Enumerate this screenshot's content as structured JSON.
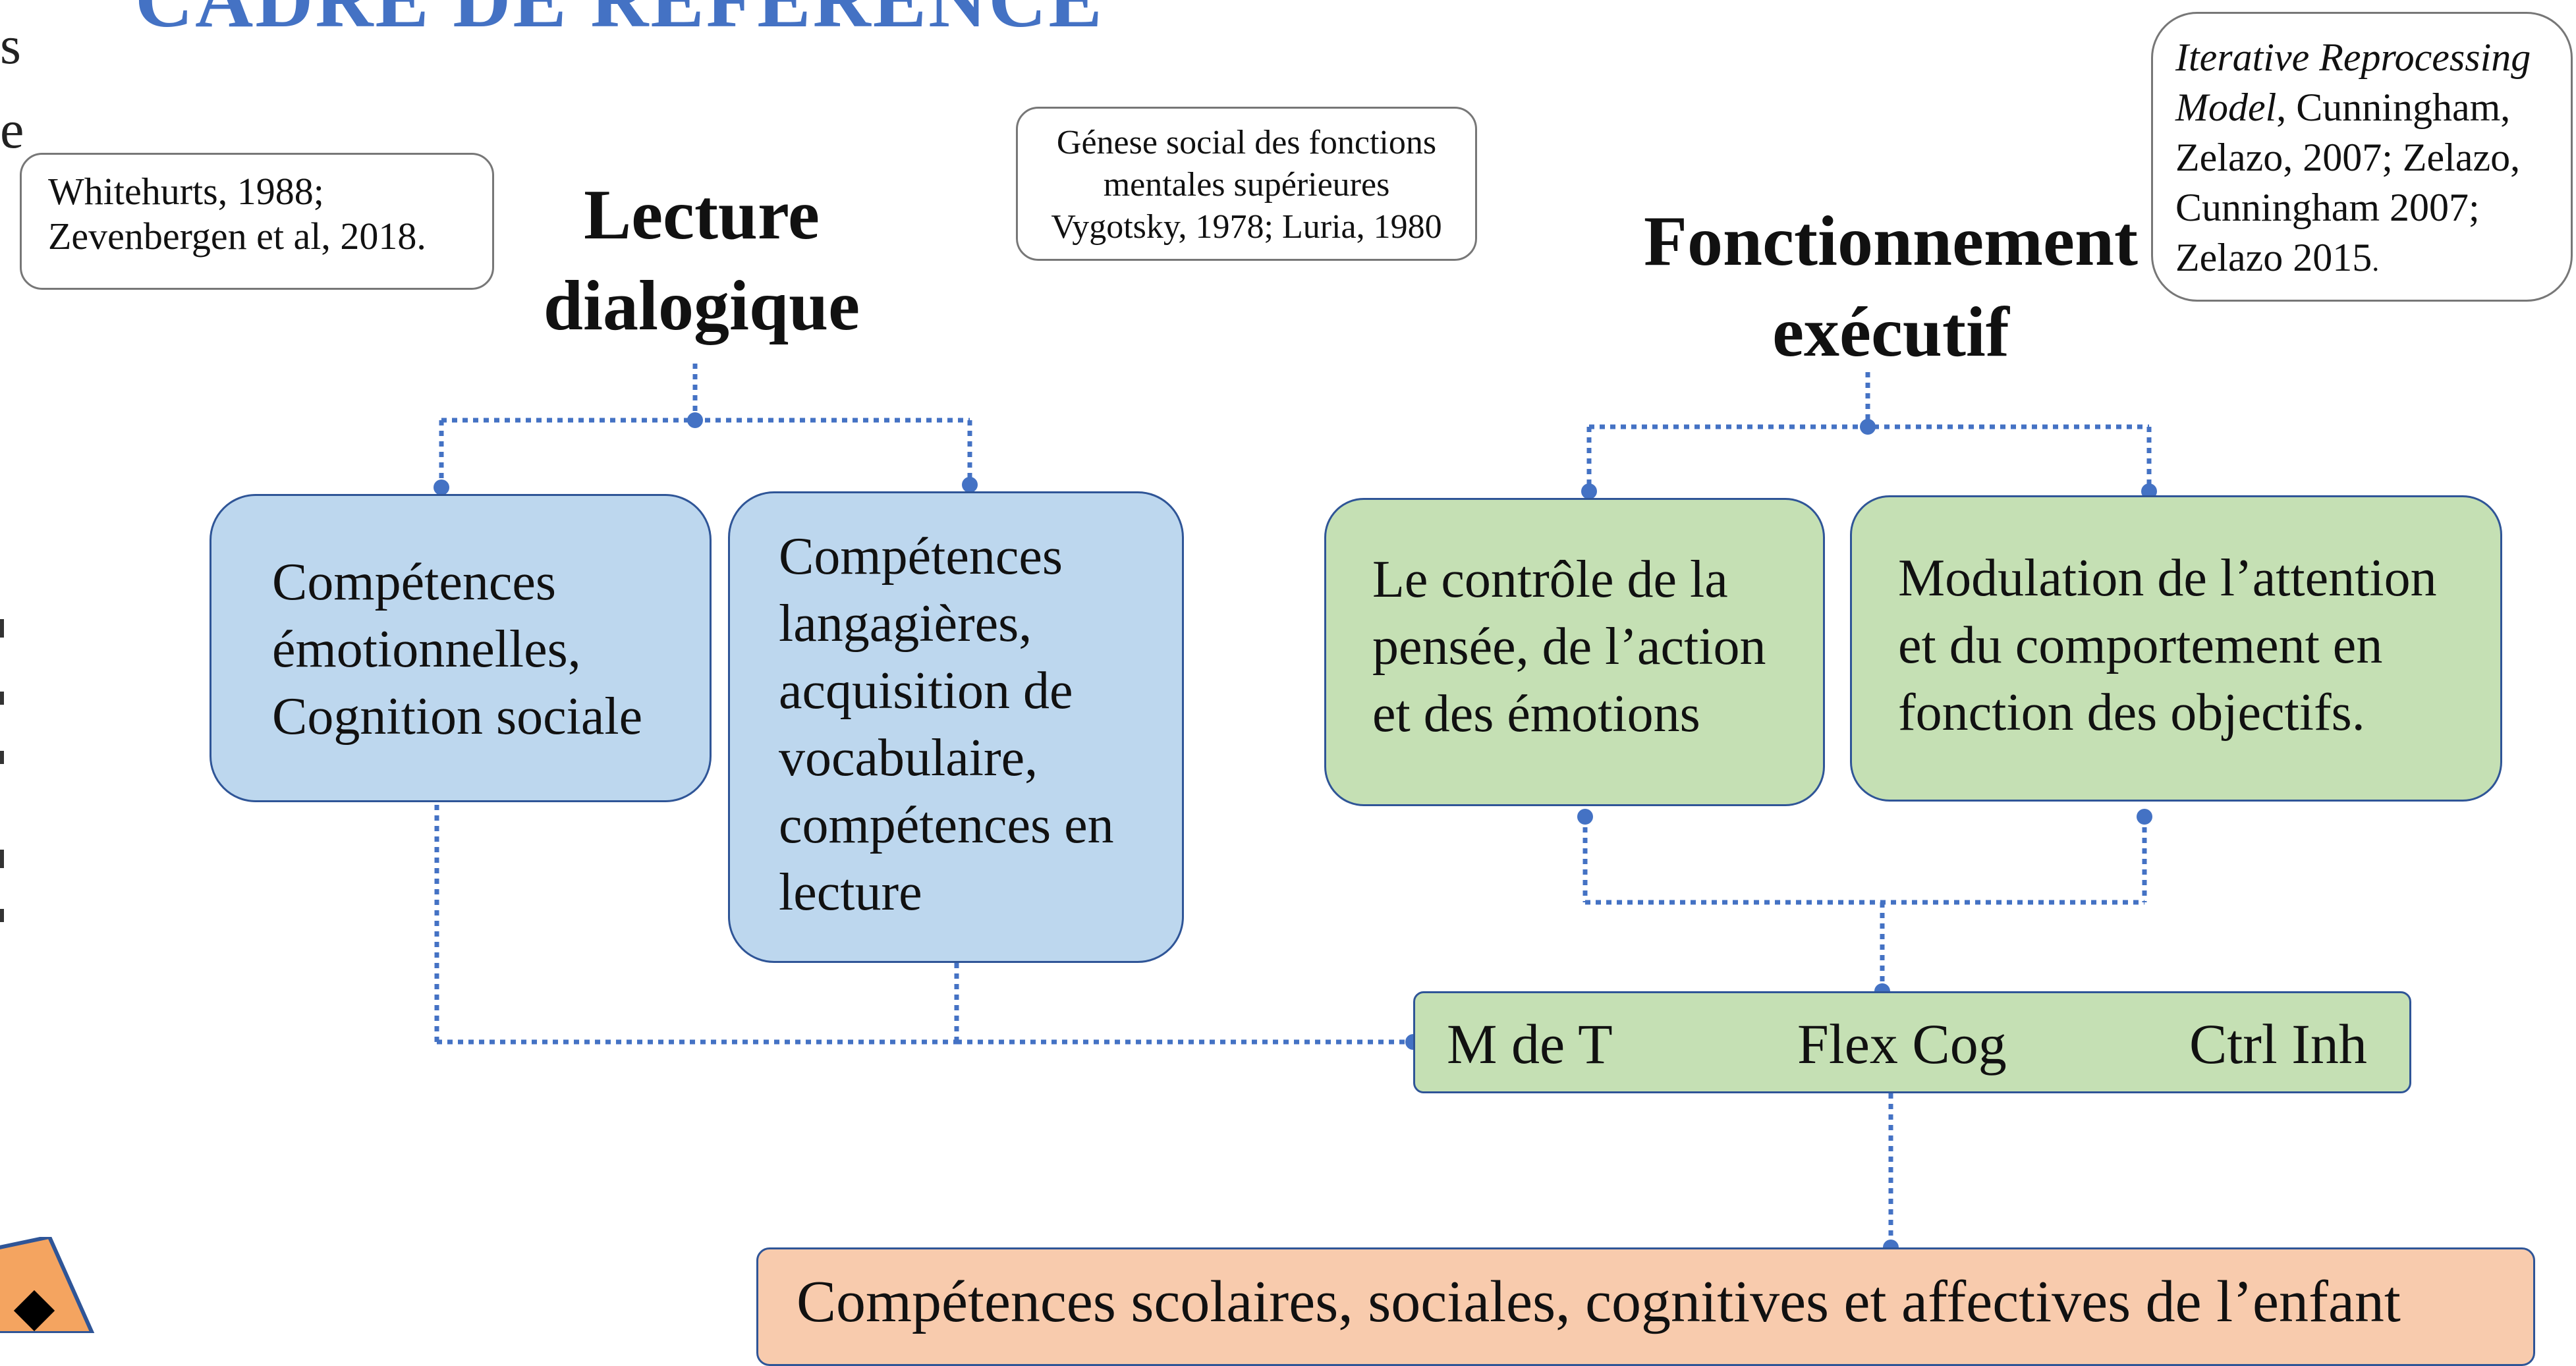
{
  "title": "CADRE DE RÉFÉRENCE",
  "left_edge": {
    "top": "s",
    "second": "e"
  },
  "references": {
    "dialogic": [
      "Whitehurts, 1988;",
      "Zevenbergen et al, 2018."
    ],
    "vygotsky": [
      "Génese social des fonctions",
      "mentales supérieures",
      "Vygotsky, 1978; Luria, 1980"
    ],
    "executive": {
      "italic": "Iterative Reprocessing Model",
      "text_after": ", Cunningham, Zelazo, 2007; Zelazo, Cunningham 2007; Zelazo 2015",
      "dot": "."
    }
  },
  "headings": {
    "dialogic": [
      "Lecture",
      "dialogique"
    ],
    "executive": [
      "Fonctionnement",
      "exécutif"
    ]
  },
  "boxes": {
    "emotional": [
      "Compétences",
      "émotionnelles,",
      "Cognition sociale"
    ],
    "language": [
      "Compétences",
      "langagières,",
      "acquisition de",
      "vocabulaire,",
      "compétences en",
      "lecture"
    ],
    "control": [
      "Le contrôle de la",
      "pensée, de l’action",
      "et des émotions"
    ],
    "modulation": [
      "Modulation de l’attention",
      "et du comportement en",
      "fonction des objectifs."
    ]
  },
  "exec_components": [
    "M de T",
    "Flex Cog",
    "Ctrl Inh"
  ],
  "outcome": "Compétences scolaires, sociales, cognitives et affectives de l’enfant",
  "colors": {
    "title": "#4472C4",
    "connector": "#4472C4",
    "blue_box": "#BDD7EE",
    "green_box": "#C5E0B4",
    "orange_box": "#F8CBAD",
    "box_border": "#2F5597"
  }
}
